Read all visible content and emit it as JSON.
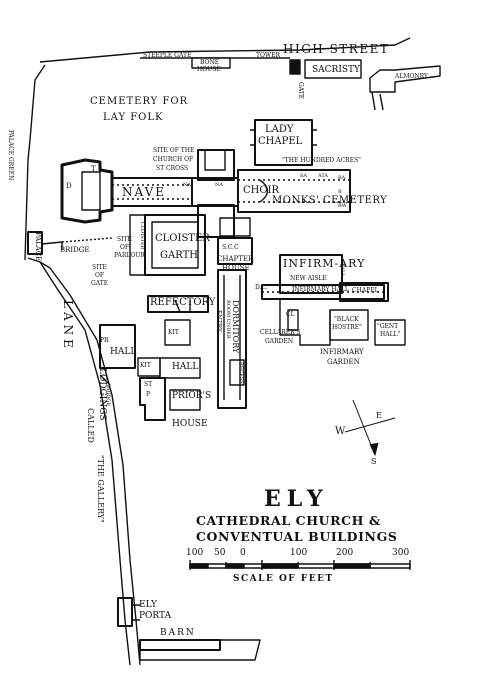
{
  "map": {
    "title": "ELY",
    "subtitle_1": "CATHEDRAL CHURCH &",
    "subtitle_2": "CONVENTUAL BUILDINGS",
    "scale": {
      "ticks": [
        "100",
        "50",
        "0",
        "100",
        "200",
        "300"
      ],
      "caption": "SCALE OF FEET"
    },
    "compass": {
      "west": "W",
      "east": "E",
      "south": "S"
    },
    "labels": {
      "steeple_gate": "STEEPLE GATE",
      "tower": "TOWER",
      "high_street": "HIGH STREET",
      "bone_house_1": "BONE",
      "bone_house_2": "HOUSE",
      "gate_top": "GATE",
      "sacristy": "SACRISTY",
      "almonry": "ALMONRY",
      "cemetery_1": "CEMETERY FOR",
      "cemetery_2": "LAY FOLK",
      "palace_green": "PALACE GREEN",
      "lady_chapel_1": "LADY",
      "lady_chapel_2": "CHAPEL",
      "hundred_acres": "\"THE HUNDRED ACRES\"",
      "site_church_1": "SITE OF THE",
      "site_church_2": "CHURCH OF",
      "site_church_3": "ST CROSS",
      "t": "T",
      "d": "D",
      "nave": "NAVE",
      "na1": "NA",
      "na2": "NA",
      "choir": "CHOIR",
      "sa": "SA",
      "ata": "ATA",
      "ba": "BA",
      "b": "B",
      "bw": "BW",
      "monks_cemetery": "MONKS' CEMETERY",
      "palace": "PALACE",
      "bridge": "BRIDGE",
      "site_parlour_1": "SITE",
      "site_parlour_2": "OF",
      "site_parlour_3": "PARLOUR",
      "site_gate_1": "SITE",
      "site_gate_2": "OF",
      "site_gate_3": "GATE",
      "cloister": "CLOISTER",
      "garth": "GARTH",
      "cloister_side": "CLOISTER",
      "scc": "S.C.C",
      "chapter_1": "CHAPTER",
      "chapter_2": "HOUSE",
      "infirmary": "INFIRM-ARY",
      "hall_v": "HALL",
      "new_aisle": "NEW AISLE",
      "dc": "D.C.",
      "infirmary_hall": "INFIRMARY HALL",
      "chapel": "CHAPEL",
      "refectory": "REFECTORY",
      "entry": "ENTRY",
      "dormitory": "DORMITORY",
      "room_under": "ROOM UNDER",
      "recess": "RECESS",
      "cl": "CL",
      "black_hostre_1": "\"BLACK",
      "black_hostre_2": "HOSTRE\"",
      "gent_hall_1": "\"GENT",
      "gent_hall_2": "HALL\"",
      "cellarers_1": "CELLARER'S",
      "cellarers_2": "GARDEN",
      "infirmary_garden_1": "INFIRMARY",
      "infirmary_garden_2": "GARDEN",
      "kitchen1": "KIT",
      "kitchen2": "KIT",
      "hall1": "HALL",
      "hall2": "HALL",
      "pr": "PR",
      "st": "ST",
      "p": "P",
      "priors_1": "PRIOR'S",
      "priors_2": "HOUSE",
      "bridge2": "BRIDGE",
      "lodgings": "LODGINGS",
      "called": "CALLED",
      "the_gallery": "\"THE GALLERY\"",
      "lane": "LANE",
      "ely_porta_1": "ELY",
      "ely_porta_2": "PORTA",
      "barn": "BARN"
    }
  }
}
